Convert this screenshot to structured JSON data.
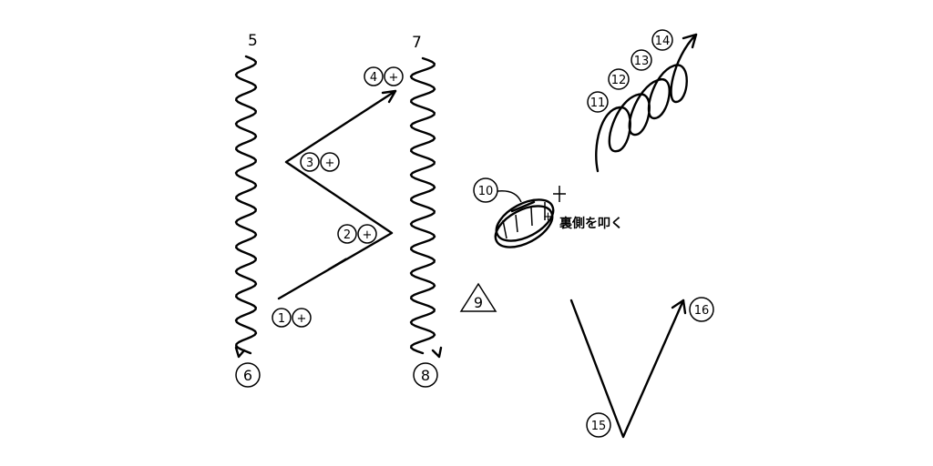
{
  "labels": {
    "n1": "1",
    "plus1": "+",
    "n2": "2",
    "plus2": "+",
    "n3": "3",
    "plus3": "+",
    "n4": "4",
    "plus4": "+",
    "n5": "5",
    "n6": "6",
    "n7": "7",
    "n8": "8",
    "n9": "9",
    "n10": "10",
    "n11": "11",
    "n12": "12",
    "n13": "13",
    "n14": "14",
    "n15": "15",
    "n16": "16",
    "tambourine_note": "裏側を叩く",
    "tambourine_plus": "+"
  }
}
